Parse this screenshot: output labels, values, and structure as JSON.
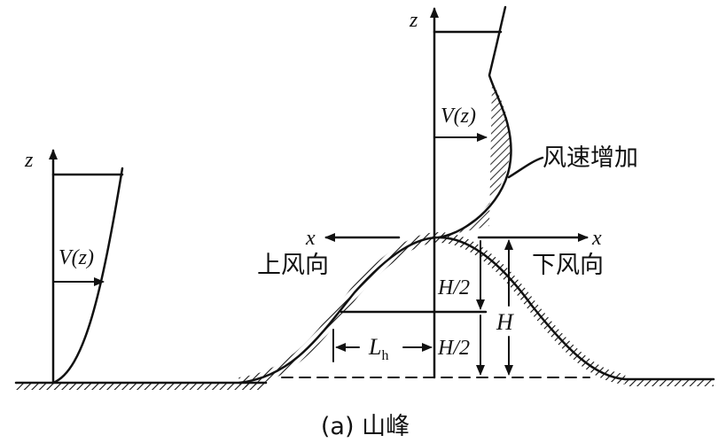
{
  "caption": "(a) 山峰",
  "axes": {
    "left_z": "z",
    "peak_z": "z",
    "upwind_x": "x",
    "downwind_x": "x"
  },
  "profiles": {
    "left_velocity": "V(z)",
    "peak_velocity": "V(z)"
  },
  "annotations": {
    "speedup": "风速增加",
    "upwind": "上风向",
    "downwind": "下风向",
    "half_height_upper": "H/2",
    "half_height_lower": "H/2",
    "height": "H",
    "half_length": "L",
    "half_length_subscript": "h"
  }
}
